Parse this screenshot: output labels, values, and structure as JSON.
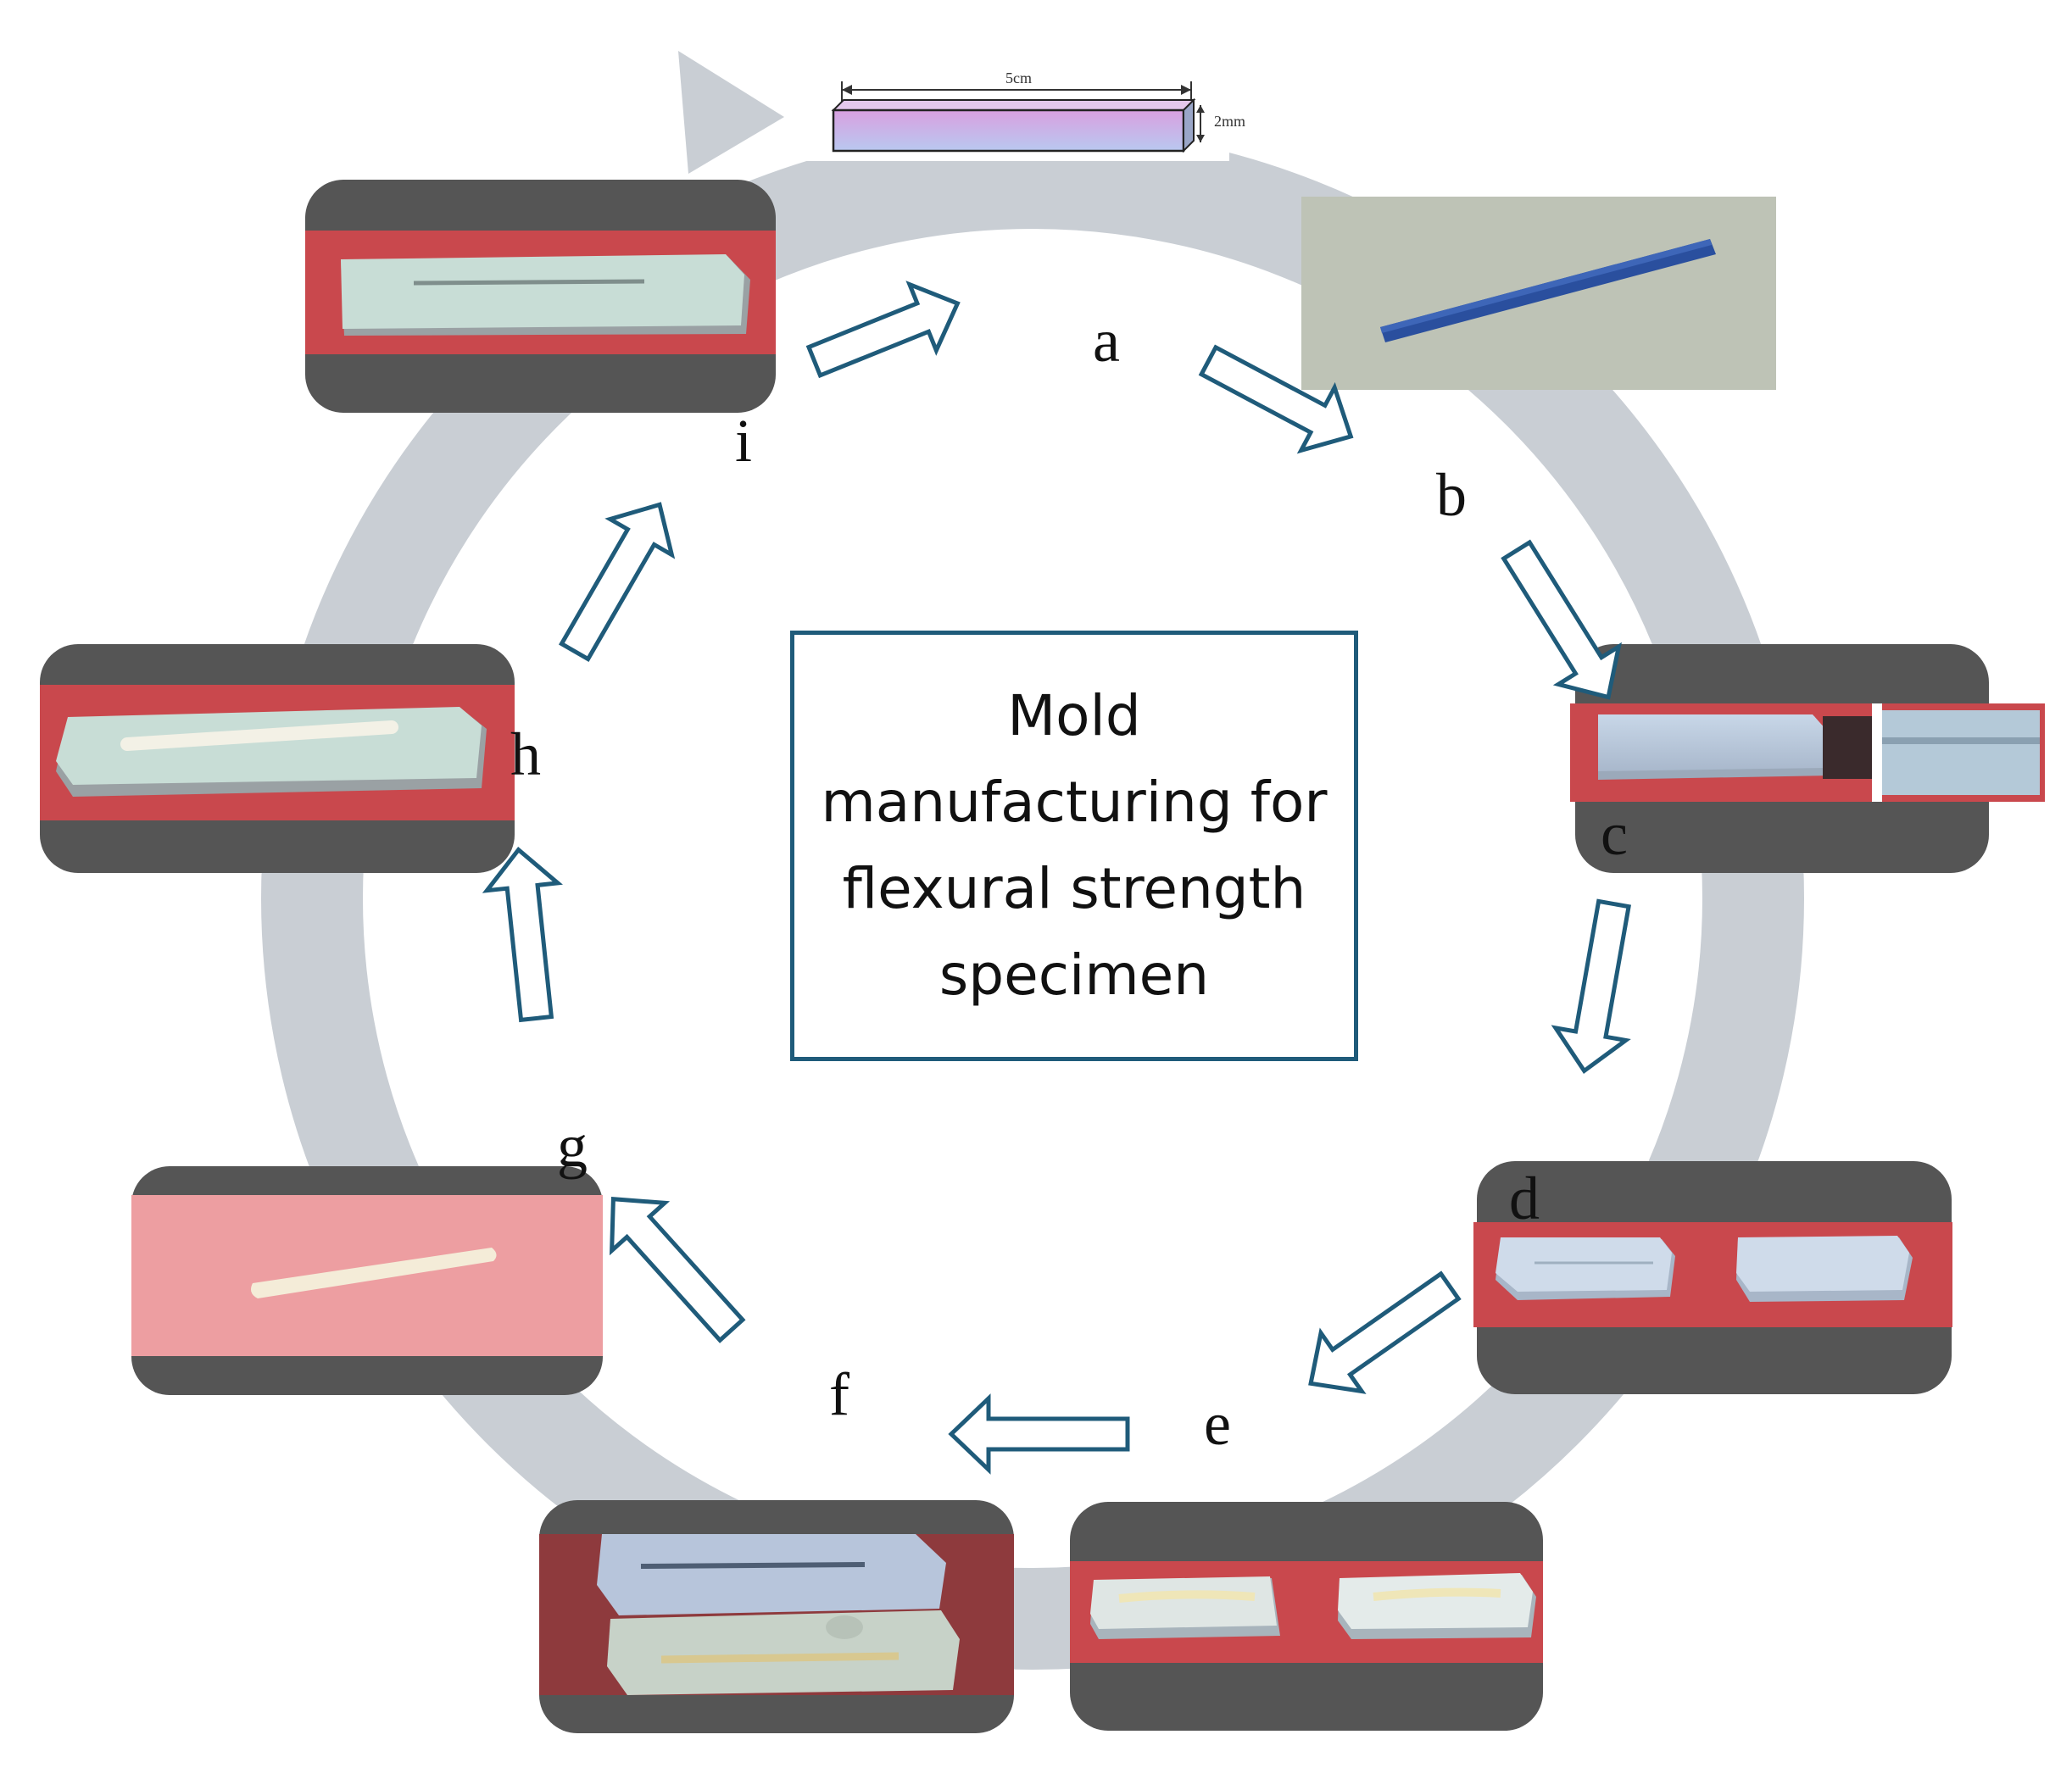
{
  "title": "Mold manufacturing for flexural strength specimen",
  "colors": {
    "ring": "#c9ced4",
    "arrow_stroke": "#1f5b7a",
    "box_border": "#1f5b7a",
    "photo_shadow": "#555555",
    "red_background": "#c9484d"
  },
  "dimensions": {
    "length": "5cm",
    "thickness": "2mm"
  },
  "steps": [
    {
      "id": "a",
      "label": "a"
    },
    {
      "id": "b",
      "label": "b"
    },
    {
      "id": "c",
      "label": "c"
    },
    {
      "id": "d",
      "label": "d"
    },
    {
      "id": "e",
      "label": "e"
    },
    {
      "id": "f",
      "label": "f"
    },
    {
      "id": "g",
      "label": "g"
    },
    {
      "id": "h",
      "label": "h"
    },
    {
      "id": "i",
      "label": "i"
    }
  ]
}
